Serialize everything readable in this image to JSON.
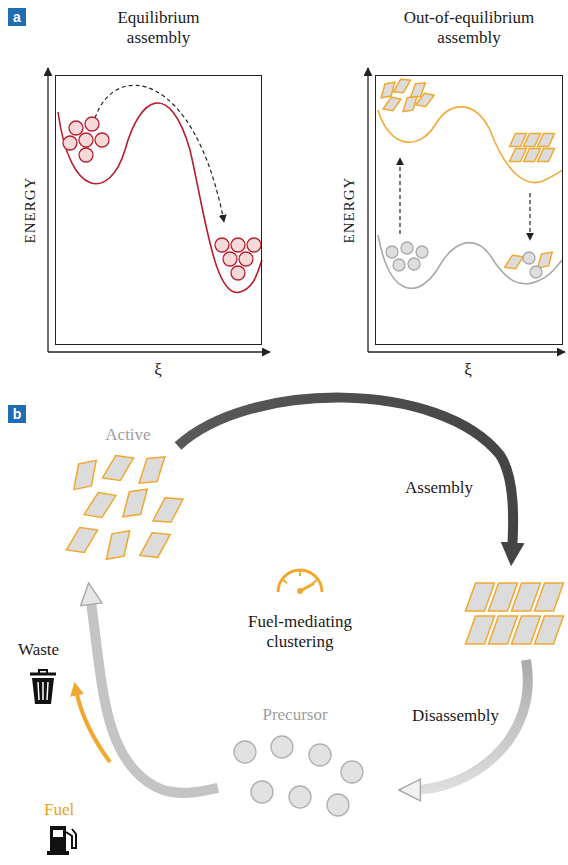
{
  "diagram": {
    "nodes": [
      {
        "text": [
          "a"
        ]
      },
      {
        "text": [
          "Equilibrium assembly"
        ]
      },
      {
        "text": [
          "Out-of-equilibrium assembly"
        ]
      },
      {
        "text": [
          "b"
        ]
      },
      {
        "text": [
          "Active"
        ]
      },
      {
        "text": [
          "Precursor"
        ]
      }
    ],
    "edges": [
      {
        "from": 5,
        "to": 4,
        "arrow": "to"
      }
    ],
    "labels": [
      "ENERGY",
      "ξ",
      "ENERGY",
      "ξ",
      "Assembly",
      "Disassembly",
      "Fuel-mediating clustering",
      "Waste",
      "Fuel"
    ]
  }
}
